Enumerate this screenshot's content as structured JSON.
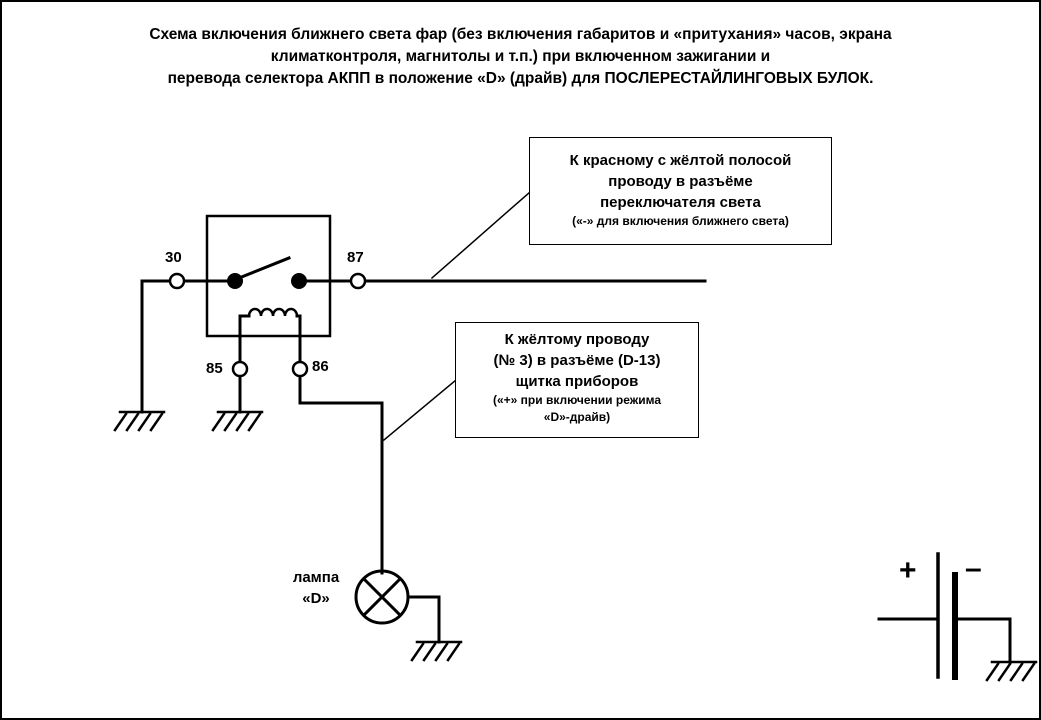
{
  "title": {
    "line1": "Схема включения ближнего света фар (без включения габаритов и «притухания» часов, экрана",
    "line2": "климатконтроля, магнитолы и т.п.) при включенном зажигании и",
    "line3": "перевода селектора АКПП в положение «D» (драйв) для ПОСЛЕРЕСТАЙЛИНГОВЫХ БУЛОК."
  },
  "callout_light_switch": {
    "line1": "К красному с жёлтой полосой",
    "line2": "проводу в разъёме",
    "line3": "переключателя света",
    "note": "(«-» для включения ближнего света)"
  },
  "callout_dashboard": {
    "line1": "К жёлтому проводу",
    "line2": "(№ 3) в разъёме (D-13)",
    "line3": "щитка приборов",
    "note1": "(«+» при включении режима",
    "note2": "«D»-драйв)"
  },
  "relay_pins": {
    "pin30": "30",
    "pin87": "87",
    "pin85": "85",
    "pin86": "86"
  },
  "lamp": {
    "line1": "лампа",
    "line2": "«D»"
  },
  "battery": {
    "plus": "+",
    "minus": "–"
  }
}
